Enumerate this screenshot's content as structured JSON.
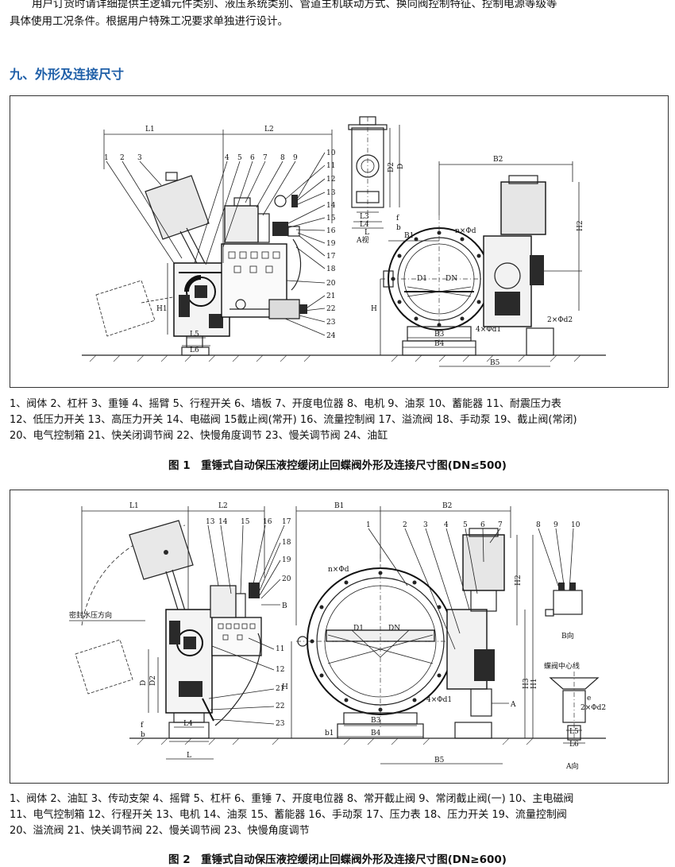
{
  "intro": {
    "line1": "用户订货时请详细提供主逻辑元件类别、液压系统类别、管道主机联动方式、换向阀控制特征、控制电源等级等",
    "line2": "具体使用工况条件。根据用户特殊工况要求单独进行设计。"
  },
  "section_title": "九、外形及连接尺寸",
  "figure1": {
    "labels": {
      "L1": "L1",
      "L2": "L2",
      "B1": "B1",
      "B2": "B2",
      "B3": "B3",
      "B4": "B4",
      "B5": "B5",
      "D": "D",
      "D1": "D1",
      "D2": "D2",
      "DN": "DN",
      "H": "H",
      "H1": "H1",
      "H2": "H2",
      "L": "L",
      "L3": "L3",
      "L4": "L4",
      "L5": "L5",
      "L6": "L6",
      "b": "b",
      "f": "f",
      "nd": "n×Φd",
      "d1": "4×Φd1",
      "d2": "2×Φd2",
      "view": "A视",
      "n1": "1",
      "n2": "2",
      "n3": "3",
      "n4": "4",
      "n5": "5",
      "n6": "6",
      "n7": "7",
      "n8": "8",
      "n9": "9",
      "n10": "10",
      "n11": "11",
      "n12": "12",
      "n13": "13",
      "n14": "14",
      "n15": "15",
      "n16": "16",
      "n17": "17",
      "n18": "18",
      "n19": "19",
      "n20": "20",
      "n21": "21",
      "n22": "22",
      "n23": "23",
      "n24": "24"
    },
    "legend": [
      "1、阀体 2、杠杆 3、重锤 4、摇臂 5、行程开关 6、墙板 7、开度电位器 8、电机 9、油泵 10、蓄能器 11、耐震压力表",
      "12、低压力开关 13、高压力开关 14、电磁阀 15截止阀(常开) 16、流量控制阀 17、溢流阀 18、手动泵 19、截止阀(常闭)",
      "20、电气控制箱 21、快关闭调节阀 22、快慢角度调节 23、慢关调节阀 24、油缸"
    ],
    "caption": "图 1　重锤式自动保压液控缓闭止回蝶阀外形及连接尺寸图(DN≤500)"
  },
  "figure2": {
    "labels": {
      "L1": "L1",
      "L2": "L2",
      "B1": "B1",
      "B2": "B2",
      "B3": "B3",
      "B4": "B4",
      "B5": "B5",
      "D": "D",
      "D1": "D1",
      "D2": "D2",
      "DN": "DN",
      "H": "H",
      "H1": "H1",
      "H2": "H2",
      "H3": "H3",
      "L": "L",
      "L4": "L4",
      "L5": "L5",
      "L6": "L6",
      "b": "b",
      "b1": "b1",
      "f": "f",
      "e": "e",
      "nd": "n×Φd",
      "d1": "4×Φd1",
      "d2": "2×Φd2",
      "seal": "密封水压方向",
      "center": "蝶阀中心线",
      "viewB": "B向",
      "viewA": "A向",
      "arrowA": "A",
      "arrowB": "B",
      "n1": "1",
      "n2": "2",
      "n3": "3",
      "n4": "4",
      "n5": "5",
      "n6": "6",
      "n7": "7",
      "n8": "8",
      "n9": "9",
      "n10": "10",
      "n11": "11",
      "n12": "12",
      "n13": "13",
      "n14": "14",
      "n15": "15",
      "n16": "16",
      "n17": "17",
      "n18": "18",
      "n19": "19",
      "n20": "20",
      "n21": "21",
      "n22": "22",
      "n23": "23"
    },
    "legend": [
      "1、阀体 2、油缸 3、传动支架 4、摇臂 5、杠杆 6、重锤 7、开度电位器 8、常开截止阀 9、常闭截止阀(一) 10、主电磁阀",
      "11、电气控制箱 12、行程开关 13、电机 14、油泵 15、蓄能器 16、手动泵 17、压力表 18、压力开关 19、流量控制阀",
      "20、溢流阀 21、快关调节阀 22、慢关调节阀 23、快慢角度调节"
    ],
    "caption": "图 2　重锤式自动保压液控缓闭止回蝶阀外形及连接尺寸图(DN≥600)"
  }
}
